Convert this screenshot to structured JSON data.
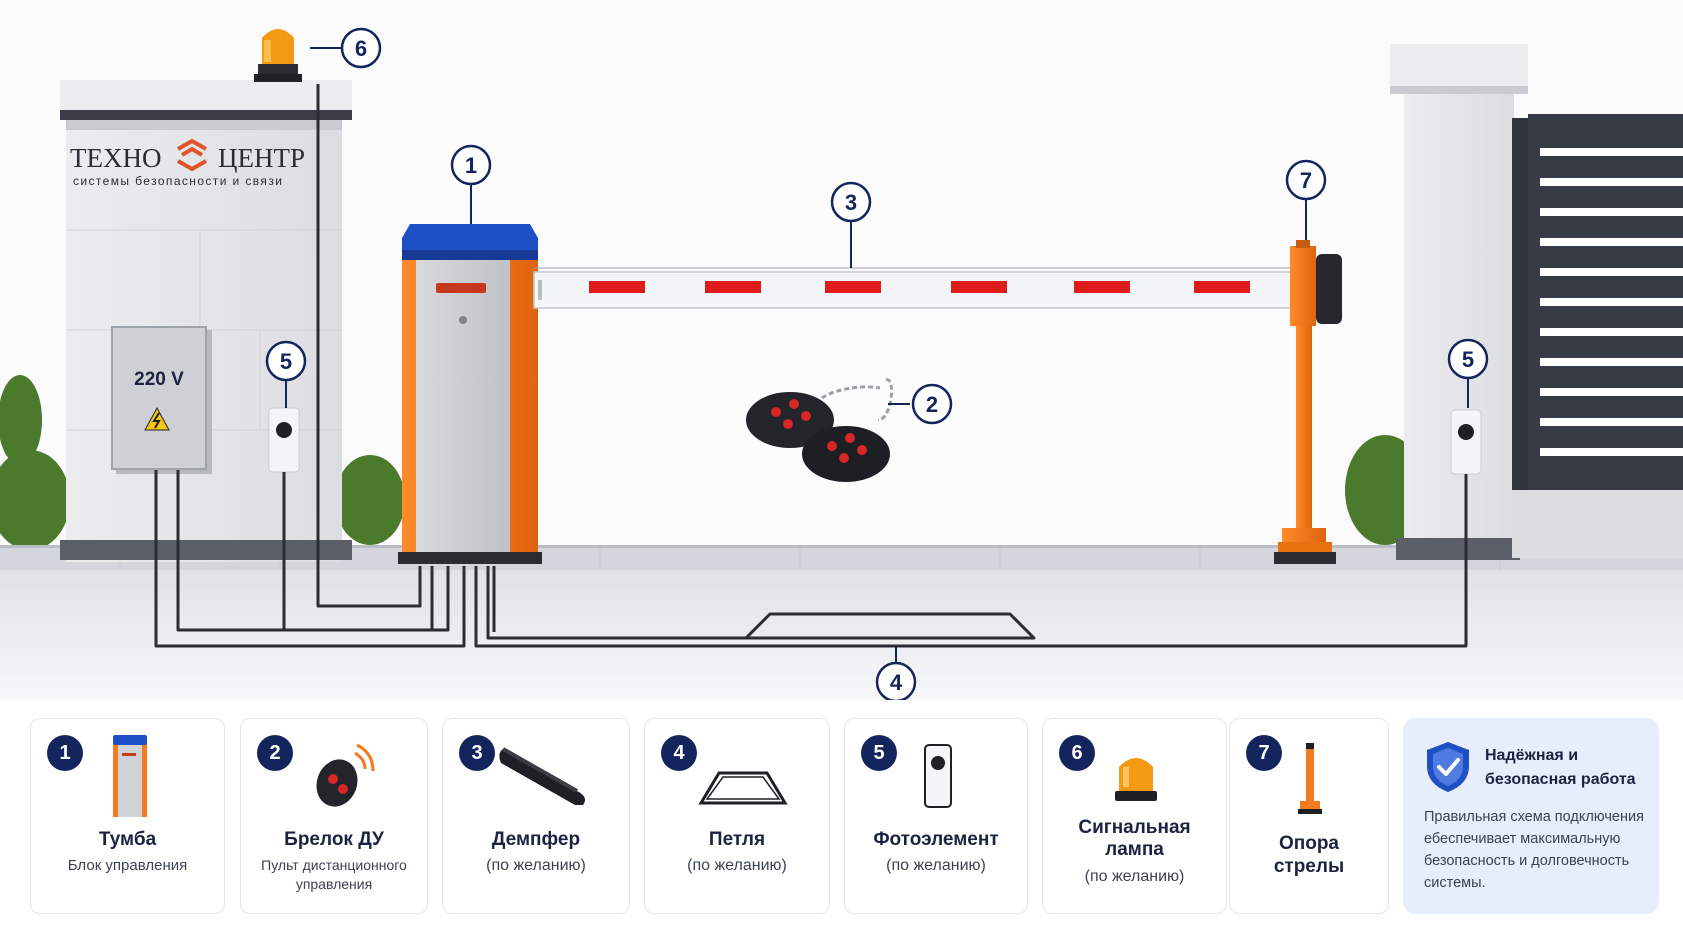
{
  "brand": {
    "name_left": "ТЕХНО",
    "name_right": "ЦЕНТР",
    "tagline": "системы безопасности и связи"
  },
  "scene": {
    "voltage_label": "220 V",
    "callouts": [
      "1",
      "2",
      "3",
      "4",
      "5",
      "5",
      "6",
      "7"
    ]
  },
  "components": [
    {
      "num": "1",
      "title": "Тумба",
      "subtitle": "Блок управления"
    },
    {
      "num": "2",
      "title": "Брелок ДУ",
      "subtitle_l1": "Пульт дистанционного",
      "subtitle_l2": "управления"
    },
    {
      "num": "3",
      "title": "Демпфер",
      "subtitle": "(по желанию)"
    },
    {
      "num": "4",
      "title": "Петля",
      "subtitle": "(по желанию)"
    },
    {
      "num": "5",
      "title": "Фотоэлемент",
      "subtitle": "(по желанию)"
    },
    {
      "num": "6",
      "title_l1": "Сигнальная",
      "title_l2": "лампа",
      "subtitle": "(по желанию)"
    },
    {
      "num": "7",
      "title_l1": "Опора",
      "title_l2": "стрелы"
    }
  ],
  "info": {
    "heading": "Надёжная и безопасная работа",
    "text": "Правильная схема подключения ебеспечивает максимальную безопасность и долговечность системы."
  },
  "colors": {
    "navy": "#14255e",
    "orange": "#f47a20",
    "blue": "#1f4fc4",
    "red_stripe": "#e01b1b"
  }
}
